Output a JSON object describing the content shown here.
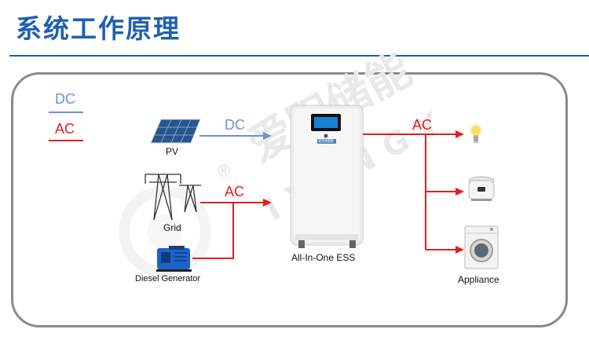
{
  "title": "系统工作原理",
  "legend": {
    "dc": "DC",
    "ac": "AC"
  },
  "sources": {
    "pv": "PV",
    "grid": "Grid",
    "diesel": "Diesel Generator"
  },
  "flows": {
    "pv_to_ess": "DC",
    "grid_diesel_to_ess": "AC",
    "ess_to_appliances": "AC"
  },
  "ess": {
    "label": "All-In-One ESS",
    "brand": "爱阳储能"
  },
  "appliances": {
    "label": "Appliance"
  },
  "watermark": {
    "cn": "爱阳储能",
    "en": "IYENGY",
    "mark": "®"
  },
  "colors": {
    "dc": "#6b93cf",
    "ac": "#e31e1e",
    "title": "#1f5fb2",
    "frame": "#8a8a8a"
  }
}
